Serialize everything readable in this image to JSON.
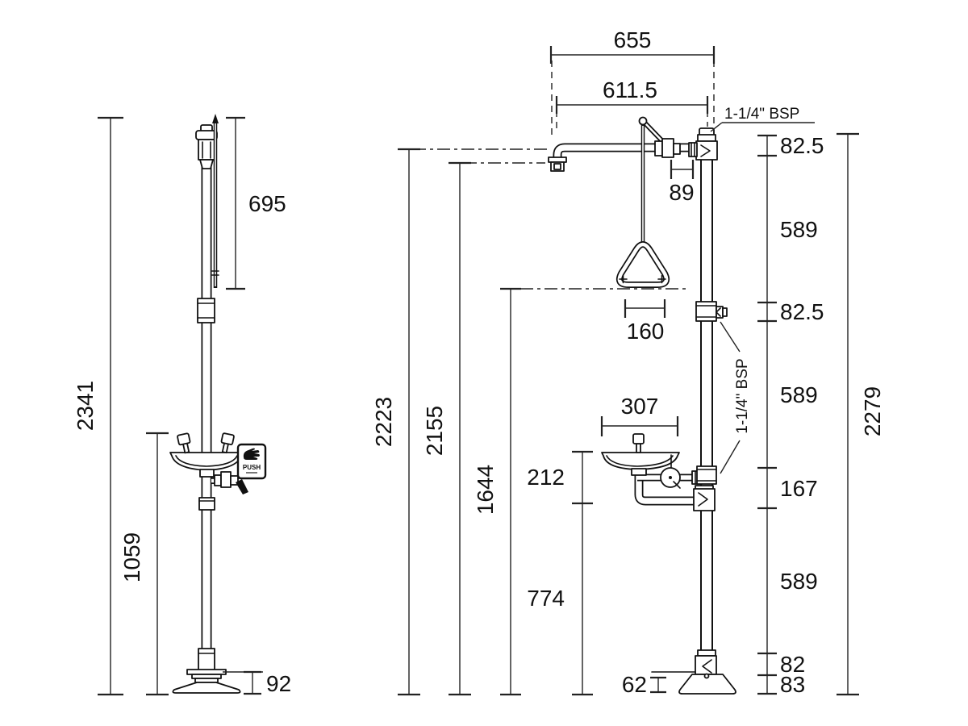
{
  "labels": {
    "push": "PUSH",
    "bsp_top": "1-1/4\" BSP",
    "bsp_side": "1-1/4\" BSP"
  },
  "left_view": {
    "overall_height": "2341",
    "pull_rod_length": "695",
    "basin_height": "1059",
    "base_height": "92"
  },
  "right_view": {
    "arm_span": "655",
    "head_offset": "611.5",
    "seg_arm_drop": "82.5",
    "valve_offset": "89",
    "seg_upper": "589",
    "seg_outlet": "82.5",
    "handle_width": "160",
    "seg_middle": "589",
    "bowl_width": "307",
    "bowl_depth": "212",
    "seg_valve": "167",
    "seg_lower": "589",
    "seg_base_upper": "82",
    "seg_base_lower": "83",
    "base_inset": "62",
    "height_arm": "2223",
    "height_head": "2155",
    "height_handle": "1644",
    "height_bowl_drain": "774",
    "overall_height": "2279"
  }
}
